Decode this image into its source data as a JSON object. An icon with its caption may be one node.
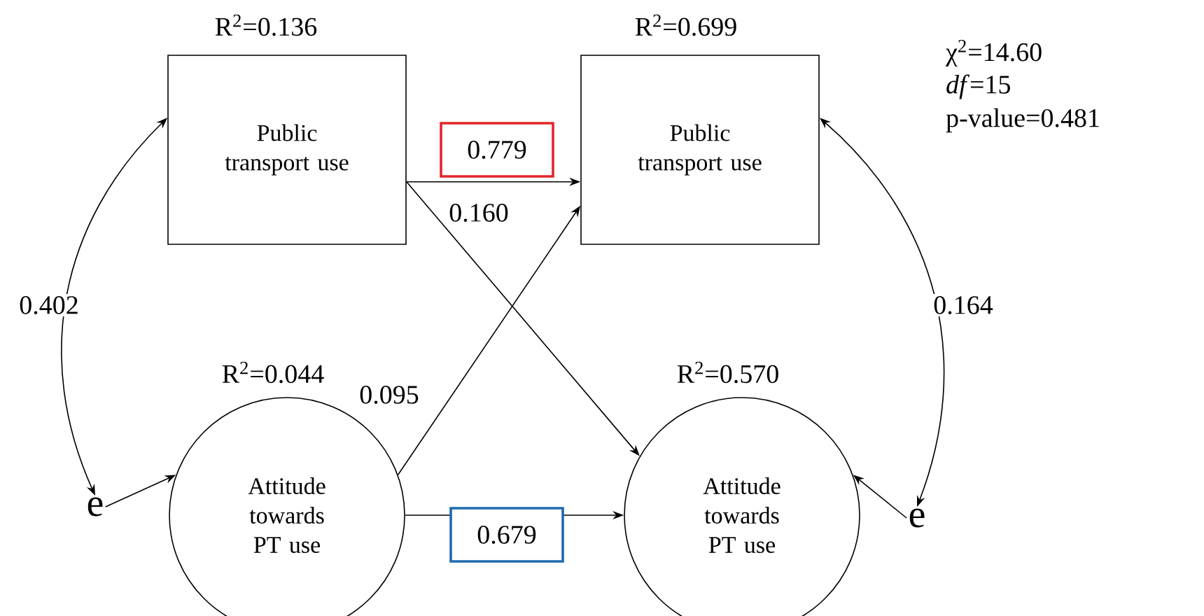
{
  "diagram": {
    "nodes": [
      {
        "text": [
          "Public transport use"
        ],
        "beside": [
          "R$^{2}$=0.136"
        ]
      },
      {
        "text": [
          "Public transport use"
        ],
        "beside": [
          "R$^{2}$=0.699"
        ]
      },
      {
        "text": [
          "Attitude towards PT use"
        ],
        "beside": [
          "R$^{2}$=0.044"
        ]
      },
      {
        "text": [
          "Attitude towards PT use"
        ],
        "beside": [
          "R$^{2}$=0.570"
        ]
      },
      {
        "text": [
          "e"
        ]
      },
      {
        "text": [
          "e"
        ]
      }
    ],
    "edges": [
      {
        "from": 0,
        "to": 1,
        "arrow": "to",
        "label": "0.779"
      },
      {
        "from": 0,
        "to": 3,
        "arrow": "to",
        "label": "0.160"
      },
      {
        "from": 2,
        "to": 1,
        "arrow": "to",
        "label": "0.095"
      },
      {
        "from": 2,
        "to": 3,
        "arrow": "to",
        "label": "0.679"
      },
      {
        "from": 0,
        "to": 4,
        "arrow": "both",
        "label": "0.402"
      },
      {
        "from": 1,
        "to": 5,
        "arrow": "both",
        "label": "0.164"
      },
      {
        "from": 4,
        "to": 2,
        "arrow": "to"
      },
      {
        "from": 5,
        "to": 3,
        "arrow": "to"
      }
    ],
    "labels": [
      "χ$^{2}$=14.60",
      "*df*=15",
      "p-value=0.481"
    ]
  }
}
